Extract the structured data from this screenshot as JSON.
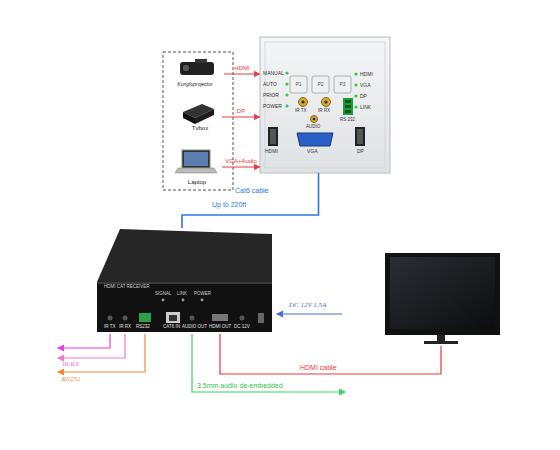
{
  "diagram": {
    "nodes": [
      {
        "text": [
          "Kungfuprojector"
        ]
      },
      {
        "text": [
          "Tvbox"
        ]
      },
      {
        "text": [
          "Laptop"
        ]
      },
      {
        "text": [
          "MANUAL",
          "AUTO",
          "PRIOR",
          "POWER",
          "P1",
          "P2",
          "P3",
          "HDMI",
          "VGA",
          "DP",
          "LINK",
          "IR TX",
          "IR RX",
          "AUDIO",
          "RS 232",
          "HDMI",
          "VGA",
          "DP"
        ]
      },
      {
        "text": [
          "HDMI CAT RECEIVER",
          "SIGNAL",
          "LINK",
          "POWER",
          "IR TX",
          "IR RX",
          "RS232",
          "CAT6 IN",
          "AUDIO OUT",
          "HDMI OUT",
          "DC 12V"
        ]
      }
    ],
    "edges": [
      {
        "from": 0,
        "to": 3,
        "label": "HDMI",
        "arrow": "to"
      },
      {
        "from": 1,
        "to": 3,
        "label": "DP",
        "arrow": "to"
      },
      {
        "from": 2,
        "to": 3,
        "label": "VGA+Audio",
        "arrow": "to"
      },
      {
        "from": 3,
        "to": 4,
        "label": "Cat6 cable",
        "arrow": "none"
      }
    ],
    "labels": [
      "Up to 220ft",
      "DC 12V 1.5A",
      "HDMI cable",
      "3.5mm audio de-embedded",
      "IR RX",
      "RS232"
    ]
  }
}
